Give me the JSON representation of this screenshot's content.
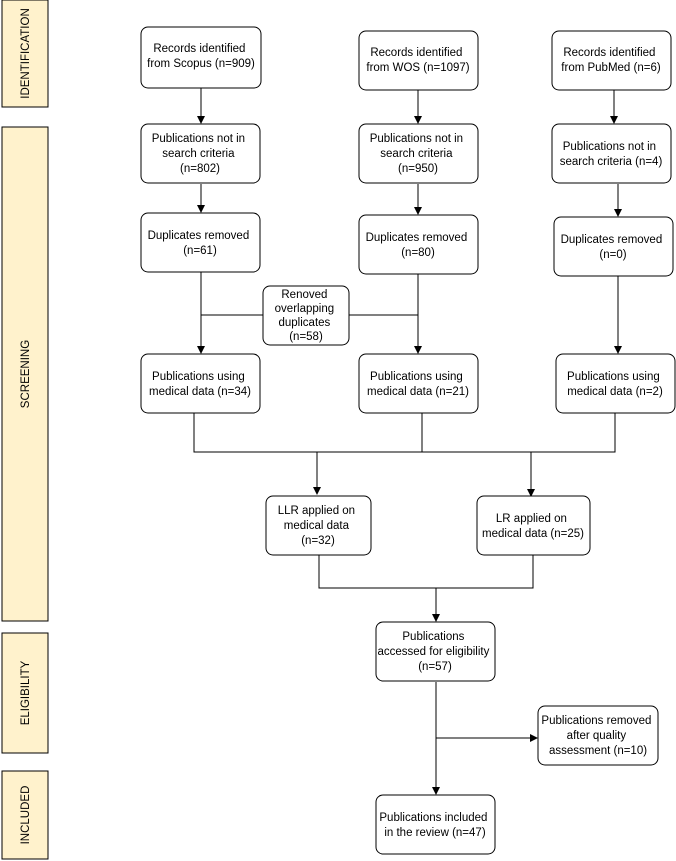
{
  "stages": [
    {
      "id": "identification",
      "label": "IDENTIFICATION"
    },
    {
      "id": "screening",
      "label": "SCREENING"
    },
    {
      "id": "eligibility",
      "label": "ELIGIBILITY"
    },
    {
      "id": "included",
      "label": "INCLUDED"
    }
  ],
  "boxes": {
    "scopus_records": [
      "Records identified",
      "from Scopus (n=909)"
    ],
    "wos_records": [
      "Records identified",
      "from WOS (n=1097)"
    ],
    "pubmed_records": [
      "Records identified",
      "from PubMed (n=6)"
    ],
    "scopus_not_in_criteria": [
      "Publications not in",
      "search criteria",
      "(n=802)"
    ],
    "wos_not_in_criteria": [
      "Publications not in",
      "search criteria",
      "(n=950)"
    ],
    "pubmed_not_in_criteria": [
      "Publications not in",
      "search criteria (n=4)"
    ],
    "scopus_duplicates": [
      "Duplicates removed",
      "(n=61)"
    ],
    "wos_duplicates": [
      "Duplicates removed",
      "(n=80)"
    ],
    "pubmed_duplicates": [
      "Duplicates removed",
      "(n=0)"
    ],
    "overlapping_duplicates": [
      "Renoved",
      "overlapping",
      "duplicates",
      "(n=58)"
    ],
    "scopus_medical": [
      "Publications using",
      "medical data (n=34)"
    ],
    "wos_medical": [
      "Publications using",
      "medical data (n=21)"
    ],
    "pubmed_medical": [
      "Publications using",
      "medical data (n=2)"
    ],
    "llr_applied": [
      "LLR applied on",
      "medical data",
      "(n=32)"
    ],
    "lr_applied": [
      "LR applied on",
      "medical data (n=25)"
    ],
    "eligibility_assessed": [
      "Publications",
      "accessed for eligibility",
      "(n=57)"
    ],
    "quality_removed": [
      "Publications removed",
      "after quality",
      "assessment (n=10)"
    ],
    "included_review": [
      "Publications included",
      "in the review (n=47)"
    ]
  }
}
